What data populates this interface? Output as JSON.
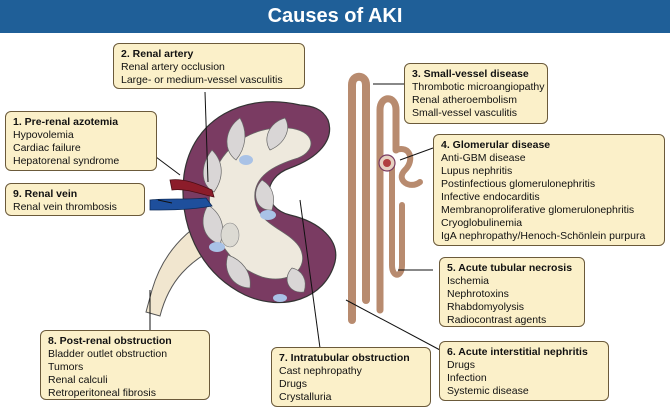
{
  "title": "Causes of AKI",
  "colors": {
    "header": "#1f5f98",
    "box_fill": "#fbf0c9",
    "tubule": "#b88b6f",
    "kidney": "#7a3b62",
    "vein": "#1e4f9c",
    "artery": "#8c1c2a"
  },
  "boxes": {
    "renal_artery": {
      "title": "2. Renal artery",
      "items": [
        "Renal artery occlusion",
        "Large- or medium-vessel vasculitis"
      ]
    },
    "prerenal": {
      "title": "1. Pre-renal azotemia",
      "items": [
        "Hypovolemia",
        "Cardiac failure",
        "Hepatorenal syndrome"
      ]
    },
    "renal_vein": {
      "title": "9. Renal vein",
      "items": [
        "Renal vein thrombosis"
      ]
    },
    "small_vessel": {
      "title": "3. Small-vessel disease",
      "items": [
        "Thrombotic microangiopathy",
        "Renal atheroembolism",
        "Small-vessel vasculitis"
      ]
    },
    "glomerular": {
      "title": "4. Glomerular disease",
      "items": [
        "Anti-GBM disease",
        "Lupus nephritis",
        "Postinfectious glomerulonephritis",
        "Infective endocarditis",
        "Membranoproliferative glomerulonephritis",
        "Cryoglobulinemia",
        "IgA nephropathy/Henoch-Schönlein purpura"
      ]
    },
    "atn": {
      "title": "5. Acute tubular necrosis",
      "items": [
        "Ischemia",
        "Nephrotoxins",
        "Rhabdomyolysis",
        "Radiocontrast agents"
      ]
    },
    "ain": {
      "title": "6. Acute interstitial nephritis",
      "items": [
        "Drugs",
        "Infection",
        "Systemic disease"
      ]
    },
    "intratubular": {
      "title": "7. Intratubular obstruction",
      "items": [
        "Cast nephropathy",
        "Drugs",
        "Crystalluria"
      ]
    },
    "postrenal": {
      "title": "8. Post-renal obstruction",
      "items": [
        "Bladder outlet obstruction",
        "Tumors",
        "Renal calculi",
        "Retroperitoneal fibrosis"
      ]
    }
  }
}
